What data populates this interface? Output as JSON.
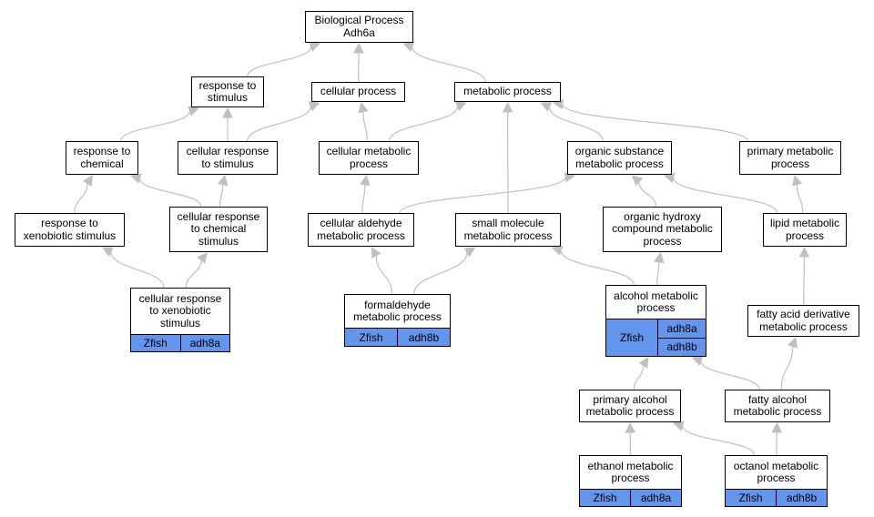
{
  "diagram": {
    "nodes": {
      "bp": {
        "lines": [
          "Biological Process",
          "Adh6a"
        ]
      },
      "rts": {
        "lines": [
          "response to",
          "stimulus"
        ]
      },
      "cp": {
        "lines": [
          "cellular process"
        ]
      },
      "mp": {
        "lines": [
          "metabolic process"
        ]
      },
      "rtc": {
        "lines": [
          "response to",
          "chemical"
        ]
      },
      "crs": {
        "lines": [
          "cellular response",
          "to stimulus"
        ]
      },
      "cmp": {
        "lines": [
          "cellular metabolic",
          "process"
        ]
      },
      "osm": {
        "lines": [
          "organic substance",
          "metabolic process"
        ]
      },
      "pmp": {
        "lines": [
          "primary metabolic",
          "process"
        ]
      },
      "rxs": {
        "lines": [
          "response to",
          "xenobiotic stimulus"
        ]
      },
      "crc": {
        "lines": [
          "cellular response",
          "to chemical",
          "stimulus"
        ]
      },
      "cam": {
        "lines": [
          "cellular aldehyde",
          "metabolic process"
        ]
      },
      "smm": {
        "lines": [
          "small molecule",
          "metabolic process"
        ]
      },
      "ohc": {
        "lines": [
          "organic hydroxy",
          "compound metabolic",
          "process"
        ]
      },
      "lmp": {
        "lines": [
          "lipid metabolic",
          "process"
        ]
      },
      "crx": {
        "lines": [
          "cellular response",
          "to xenobiotic",
          "stimulus"
        ],
        "annotations": {
          "species": "Zfish",
          "genes": [
            "adh8a"
          ]
        }
      },
      "fmp": {
        "lines": [
          "formaldehyde",
          "metabolic process"
        ],
        "annotations": {
          "species": "Zfish",
          "genes": [
            "adh8b"
          ]
        }
      },
      "amp": {
        "lines": [
          "alcohol metabolic",
          "process"
        ],
        "annotations": {
          "species": "Zfish",
          "genes": [
            "adh8a",
            "adh8b"
          ]
        }
      },
      "fad": {
        "lines": [
          "fatty acid derivative",
          "metabolic process"
        ]
      },
      "pam": {
        "lines": [
          "primary alcohol",
          "metabolic process"
        ]
      },
      "fal": {
        "lines": [
          "fatty alcohol",
          "metabolic process"
        ]
      },
      "emp": {
        "lines": [
          "ethanol metabolic",
          "process"
        ],
        "annotations": {
          "species": "Zfish",
          "genes": [
            "adh8a"
          ]
        }
      },
      "omp": {
        "lines": [
          "octanol metabolic",
          "process"
        ],
        "annotations": {
          "species": "Zfish",
          "genes": [
            "adh8b"
          ]
        }
      }
    },
    "edges": [
      [
        "rts",
        "bp"
      ],
      [
        "cp",
        "bp"
      ],
      [
        "mp",
        "bp"
      ],
      [
        "rtc",
        "rts"
      ],
      [
        "crs",
        "rts"
      ],
      [
        "crs",
        "cp"
      ],
      [
        "cmp",
        "cp"
      ],
      [
        "cmp",
        "mp"
      ],
      [
        "osm",
        "mp"
      ],
      [
        "pmp",
        "mp"
      ],
      [
        "rxs",
        "rtc"
      ],
      [
        "crc",
        "rtc"
      ],
      [
        "crc",
        "crs"
      ],
      [
        "cam",
        "cmp"
      ],
      [
        "cam",
        "osm"
      ],
      [
        "smm",
        "mp"
      ],
      [
        "ohc",
        "osm"
      ],
      [
        "lmp",
        "osm"
      ],
      [
        "lmp",
        "pmp"
      ],
      [
        "crx",
        "rxs"
      ],
      [
        "crx",
        "crc"
      ],
      [
        "fmp",
        "cam"
      ],
      [
        "fmp",
        "smm"
      ],
      [
        "amp",
        "smm"
      ],
      [
        "amp",
        "ohc"
      ],
      [
        "fad",
        "lmp"
      ],
      [
        "pam",
        "amp"
      ],
      [
        "fal",
        "amp"
      ],
      [
        "fal",
        "fad"
      ],
      [
        "emp",
        "pam"
      ],
      [
        "omp",
        "pam"
      ],
      [
        "omp",
        "fal"
      ]
    ],
    "colors": {
      "annotation_fill": "#6495ed",
      "edge": "#c0c0c0",
      "node_border": "#000000"
    }
  }
}
